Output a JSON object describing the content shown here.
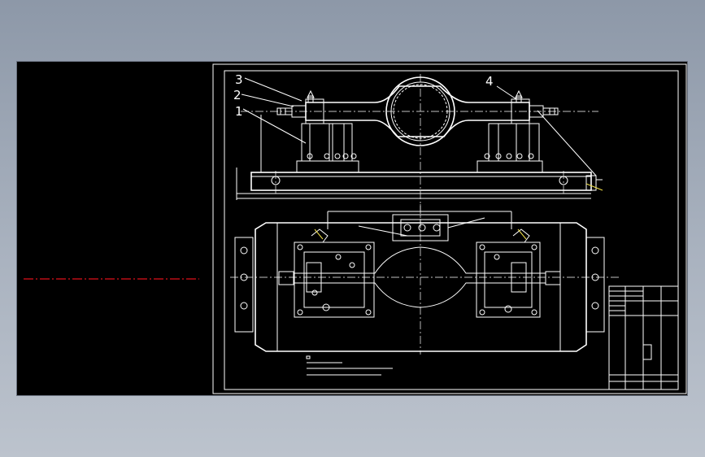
{
  "drawing": {
    "background": "#000000",
    "line_color": "#ffffff",
    "accent_color": "#f1e04a",
    "centerline_color": "#e0101a",
    "callouts": [
      "3",
      "2",
      "1",
      "4"
    ]
  },
  "ui": {
    "window_background": "#9aa4b2"
  }
}
